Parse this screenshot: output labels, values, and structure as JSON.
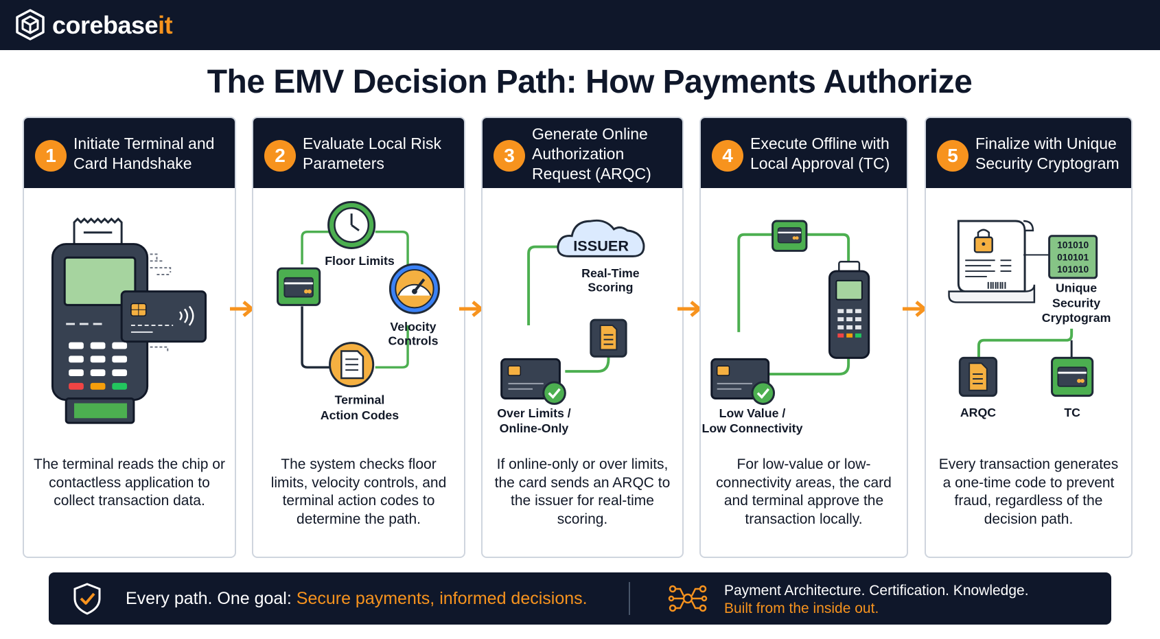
{
  "brand": {
    "name_prefix": "corebase",
    "name_suffix": "it"
  },
  "page_title": "The EMV Decision Path: How Payments Authorize",
  "colors": {
    "navy": "#0f172a",
    "orange": "#f7931e",
    "green": "#4caf50",
    "card_gray": "#374151"
  },
  "steps": [
    {
      "number": "1",
      "title": "Initiate Terminal and Card Handshake",
      "description": "The terminal reads the chip or contactless application to collect transaction data.",
      "icons": [
        "payment-terminal-icon",
        "contactless-card-icon"
      ]
    },
    {
      "number": "2",
      "title": "Evaluate Local Risk Parameters",
      "description": "The system checks floor limits, velocity controls, and terminal action codes to determine the path.",
      "labels": {
        "floor_limits": "Floor Limits",
        "velocity_controls": "Velocity Controls",
        "terminal_action_codes": "Terminal Action Codes"
      },
      "icons": [
        "clock-icon",
        "speedometer-icon",
        "document-icon",
        "card-icon"
      ]
    },
    {
      "number": "3",
      "title": "Generate Online Authorization Request (ARQC)",
      "description": "If online-only or over limits, the card sends an ARQC to the issuer for real-time scoring.",
      "labels": {
        "issuer": "ISSUER",
        "real_time_scoring": "Real-Time Scoring",
        "over_limits": "Over Limits / Online-Only"
      },
      "icons": [
        "cloud-icon",
        "document-icon",
        "card-icon",
        "check-icon"
      ]
    },
    {
      "number": "4",
      "title": "Execute Offline with Local Approval (TC)",
      "description": "For low-value or low-connectivity areas, the card and terminal approve the transaction locally.",
      "labels": {
        "low_value": "Low Value / Low Connectivity"
      },
      "icons": [
        "card-icon",
        "payment-terminal-icon",
        "check-icon"
      ]
    },
    {
      "number": "5",
      "title": "Finalize with Unique Security Cryptogram",
      "description": "Every transaction generates a one-time code to prevent fraud, regardless of the decision path.",
      "labels": {
        "binary": [
          "101010",
          "010101",
          "101010"
        ],
        "unique_security_cryptogram": "Unique Security Cryptogram",
        "arqc": "ARQC",
        "tc": "TC"
      },
      "icons": [
        "receipt-lock-icon",
        "binary-chip-icon",
        "document-icon",
        "card-icon"
      ]
    }
  ],
  "footer": {
    "lead": "Every path. One goal: ",
    "highlight": "Secure payments, informed decisions.",
    "right_line1": "Payment Architecture. Certification. Knowledge.",
    "right_line2": "Built from the inside out."
  }
}
